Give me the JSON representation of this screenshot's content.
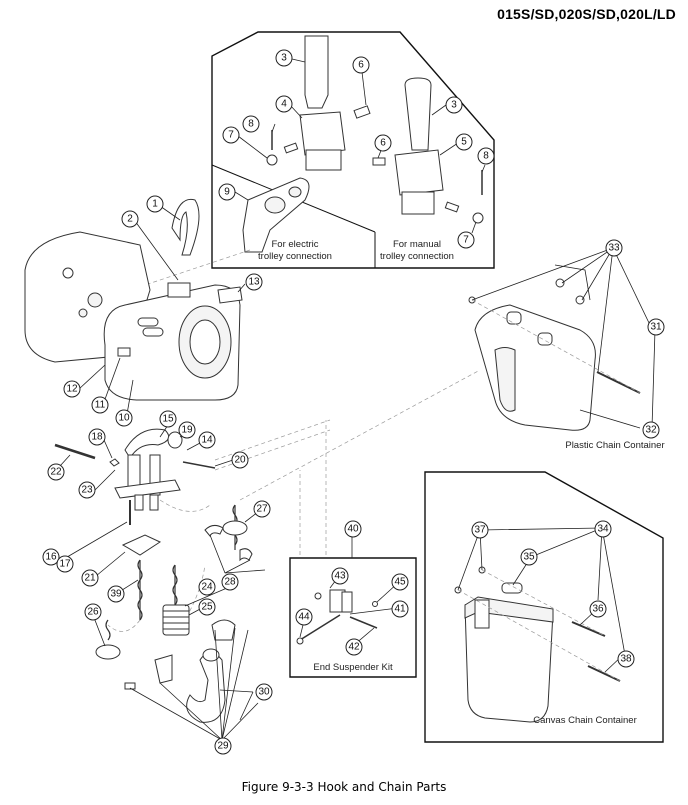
{
  "header": {
    "model_title": "015S/SD,020S/SD,020L/LD"
  },
  "caption": "Figure 9-3-3 Hook and Chain Parts",
  "insets": {
    "trolley": {
      "electric_label_line1": "For electric",
      "electric_label_line2": "trolley connection",
      "manual_label_line1": "For manual",
      "manual_label_line2": "trolley connection"
    },
    "plastic_container_label": "Plastic Chain Container",
    "end_suspender_label": "End Suspender Kit",
    "canvas_container_label": "Canvas Chain Container"
  },
  "callouts": {
    "c1": "1",
    "c2": "2",
    "c3a": "3",
    "c3b": "3",
    "c4": "4",
    "c5": "5",
    "c6a": "6",
    "c6b": "6",
    "c7a": "7",
    "c7b": "7",
    "c8a": "8",
    "c8b": "8",
    "c9": "9",
    "c10": "10",
    "c11": "11",
    "c12": "12",
    "c13": "13",
    "c14": "14",
    "c15": "15",
    "c16": "16",
    "c17": "17",
    "c18": "18",
    "c19": "19",
    "c20": "20",
    "c21": "21",
    "c22": "22",
    "c23": "23",
    "c24": "24",
    "c25": "25",
    "c26": "26",
    "c27": "27",
    "c28": "28",
    "c29": "29",
    "c30": "30",
    "c31": "31",
    "c32": "32",
    "c33": "33",
    "c34": "34",
    "c35": "35",
    "c36": "36",
    "c37": "37",
    "c38": "38",
    "c39": "39",
    "c40": "40",
    "c41": "41",
    "c42": "42",
    "c43": "43",
    "c44": "44",
    "c45": "45"
  }
}
